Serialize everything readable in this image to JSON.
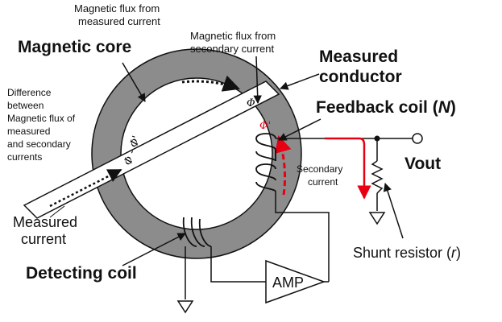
{
  "labels": {
    "flux_measured_line1": "Magnetic flux from",
    "flux_measured_line2": "measured current",
    "flux_secondary_line1": "Magnetic flux from",
    "flux_secondary_line2": "secondary current",
    "magnetic_core": "Magnetic core",
    "measured_conductor_line1": "Measured",
    "measured_conductor_line2": "conductor",
    "feedback_coil_prefix": "Feedback coil (",
    "feedback_coil_n": "N",
    "feedback_coil_suffix": ")",
    "difference_line1": "Difference",
    "difference_line2": "between",
    "difference_line3": "Magnetic flux of",
    "difference_line4": "measured",
    "difference_line5": "and secondary",
    "difference_line6": "currents",
    "vout": "Vout",
    "secondary_current_line1": "Secondary",
    "secondary_current_line2": "current",
    "measured_current_line1": "Measured",
    "measured_current_line2": "current",
    "shunt_resistor_prefix": "Shunt resistor (",
    "shunt_resistor_r": "r",
    "shunt_resistor_suffix": ")",
    "detecting_coil": "Detecting coil",
    "amp": "AMP"
  },
  "symbols": {
    "phi": "Φ",
    "phi_prime": "Φ'",
    "phi_difference": "Φ - Φ'"
  },
  "colors": {
    "core": "#8c8c8c",
    "secondary_current": "#e60012",
    "line": "#111111"
  }
}
